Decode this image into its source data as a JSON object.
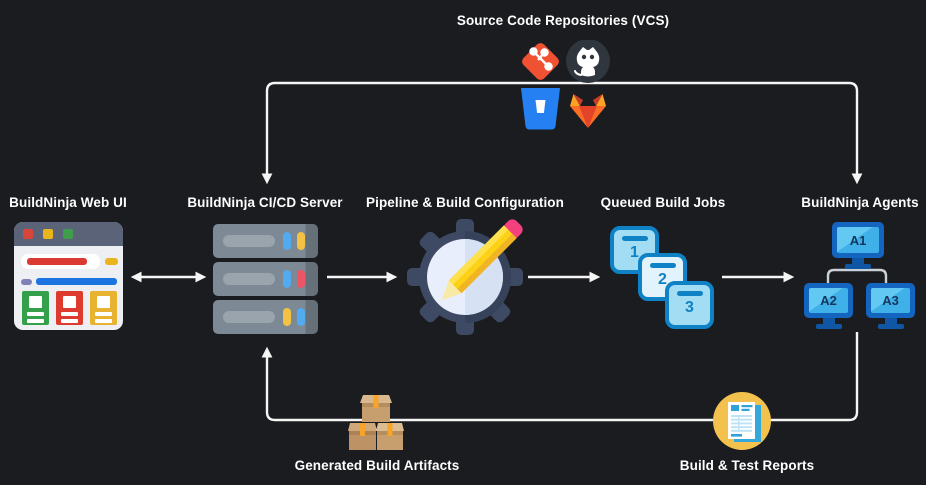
{
  "diagram": {
    "title_note": "BuildNinja CI/CD architecture diagram",
    "background": "#1b1c1f",
    "arrow_color": "#f5f5f5",
    "connector_gray": "#c9d2d9",
    "nodes": {
      "vcs": {
        "label": "Source Code Repositories (VCS)",
        "icons": [
          "git-icon",
          "github-icon",
          "bitbucket-icon",
          "gitlab-icon"
        ]
      },
      "web_ui": {
        "label": "BuildNinja Web UI",
        "icon": "browser-window-icon"
      },
      "server": {
        "label": "BuildNinja CI/CD Server",
        "icon": "server-stack-icon"
      },
      "pipeline": {
        "label": "Pipeline & Build Configuration",
        "icon": "gear-pencil-icon"
      },
      "queue": {
        "label": "Queued Build Jobs",
        "icon": "job-cards-icon",
        "jobs": [
          "1",
          "2",
          "3"
        ]
      },
      "agents": {
        "label": "BuildNinja Agents",
        "icon": "monitor-icons",
        "names": [
          "A1",
          "A2",
          "A3"
        ]
      },
      "artifacts": {
        "label": "Generated Build Artifacts",
        "icon": "package-boxes-icon"
      },
      "reports": {
        "label": "Build & Test Reports",
        "icon": "report-document-icon"
      }
    },
    "colors": {
      "git_red": "#f05133",
      "github_bg": "#2f363d",
      "bitbucket_blue": "#2581f2",
      "gitlab_orange": "#fc6d26",
      "gitlab_dark_orange": "#e24329",
      "gitlab_light_orange": "#fca326",
      "queue_border_blue": "#0f82c6",
      "queue_fill_light": "#a3ddf4",
      "queue_fill_pale": "#e2f3fb",
      "agent_frame_blue": "#1465c0",
      "agent_screen_blue": "#45b6ec",
      "gear_slate": "#3e4a63",
      "pencil_yellow": "#fdd116",
      "pencil_pink": "#f5407e",
      "reports_gold": "#f2c14e",
      "artifact_tan": "#c79e6d",
      "server_gray": "#7d8994"
    }
  }
}
